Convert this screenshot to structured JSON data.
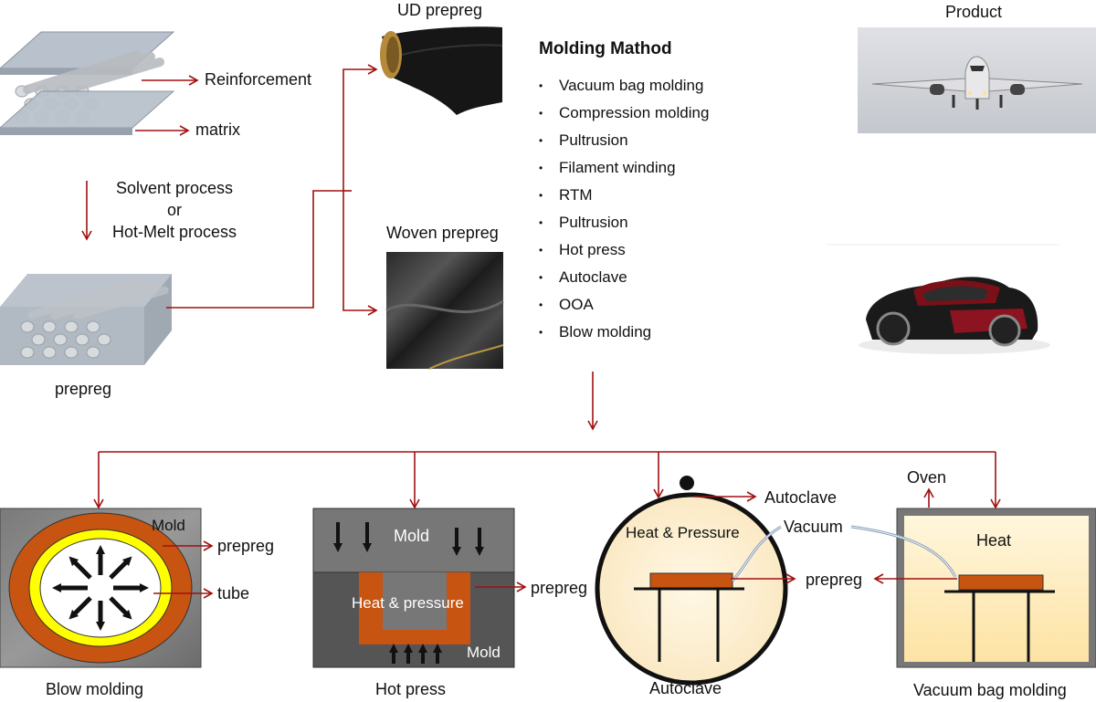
{
  "labels": {
    "reinforcement": "Reinforcement",
    "matrix": "matrix",
    "process_line1": "Solvent process",
    "process_line2": "or",
    "process_line3": "Hot-Melt process",
    "prepreg_bottom": "prepreg",
    "ud_prepreg": "UD prepreg",
    "woven_prepreg": "Woven prepreg",
    "product": "Product"
  },
  "molding_methods": {
    "title": "Molding Mathod",
    "items": [
      "Vacuum bag molding",
      "Compression molding",
      "Pultrusion",
      "Filament winding",
      "RTM",
      "Pultrusion",
      "Hot press",
      "Autoclave",
      "OOA",
      "Blow molding"
    ]
  },
  "processes": {
    "blow_molding": {
      "caption": "Blow molding",
      "mold": "Mold",
      "prepreg": "prepreg",
      "tube": "tube"
    },
    "hot_press": {
      "caption": "Hot press",
      "mold_top": "Mold",
      "heat_pressure": "Heat & pressure",
      "mold_bottom": "Mold",
      "prepreg": "prepreg"
    },
    "autoclave": {
      "caption": "Autoclave",
      "autoclave_label": "Autoclave",
      "heat_pressure": "Heat & Pressure",
      "vacuum": "Vacuum",
      "prepreg": "prepreg"
    },
    "vacuum_bag": {
      "caption": "Vacuum bag molding",
      "oven": "Oven",
      "heat": "Heat"
    }
  },
  "colors": {
    "arrow": "#a01010",
    "orange": "#c75410",
    "yellow": "#ffff00",
    "cream": "#fff0c8"
  }
}
